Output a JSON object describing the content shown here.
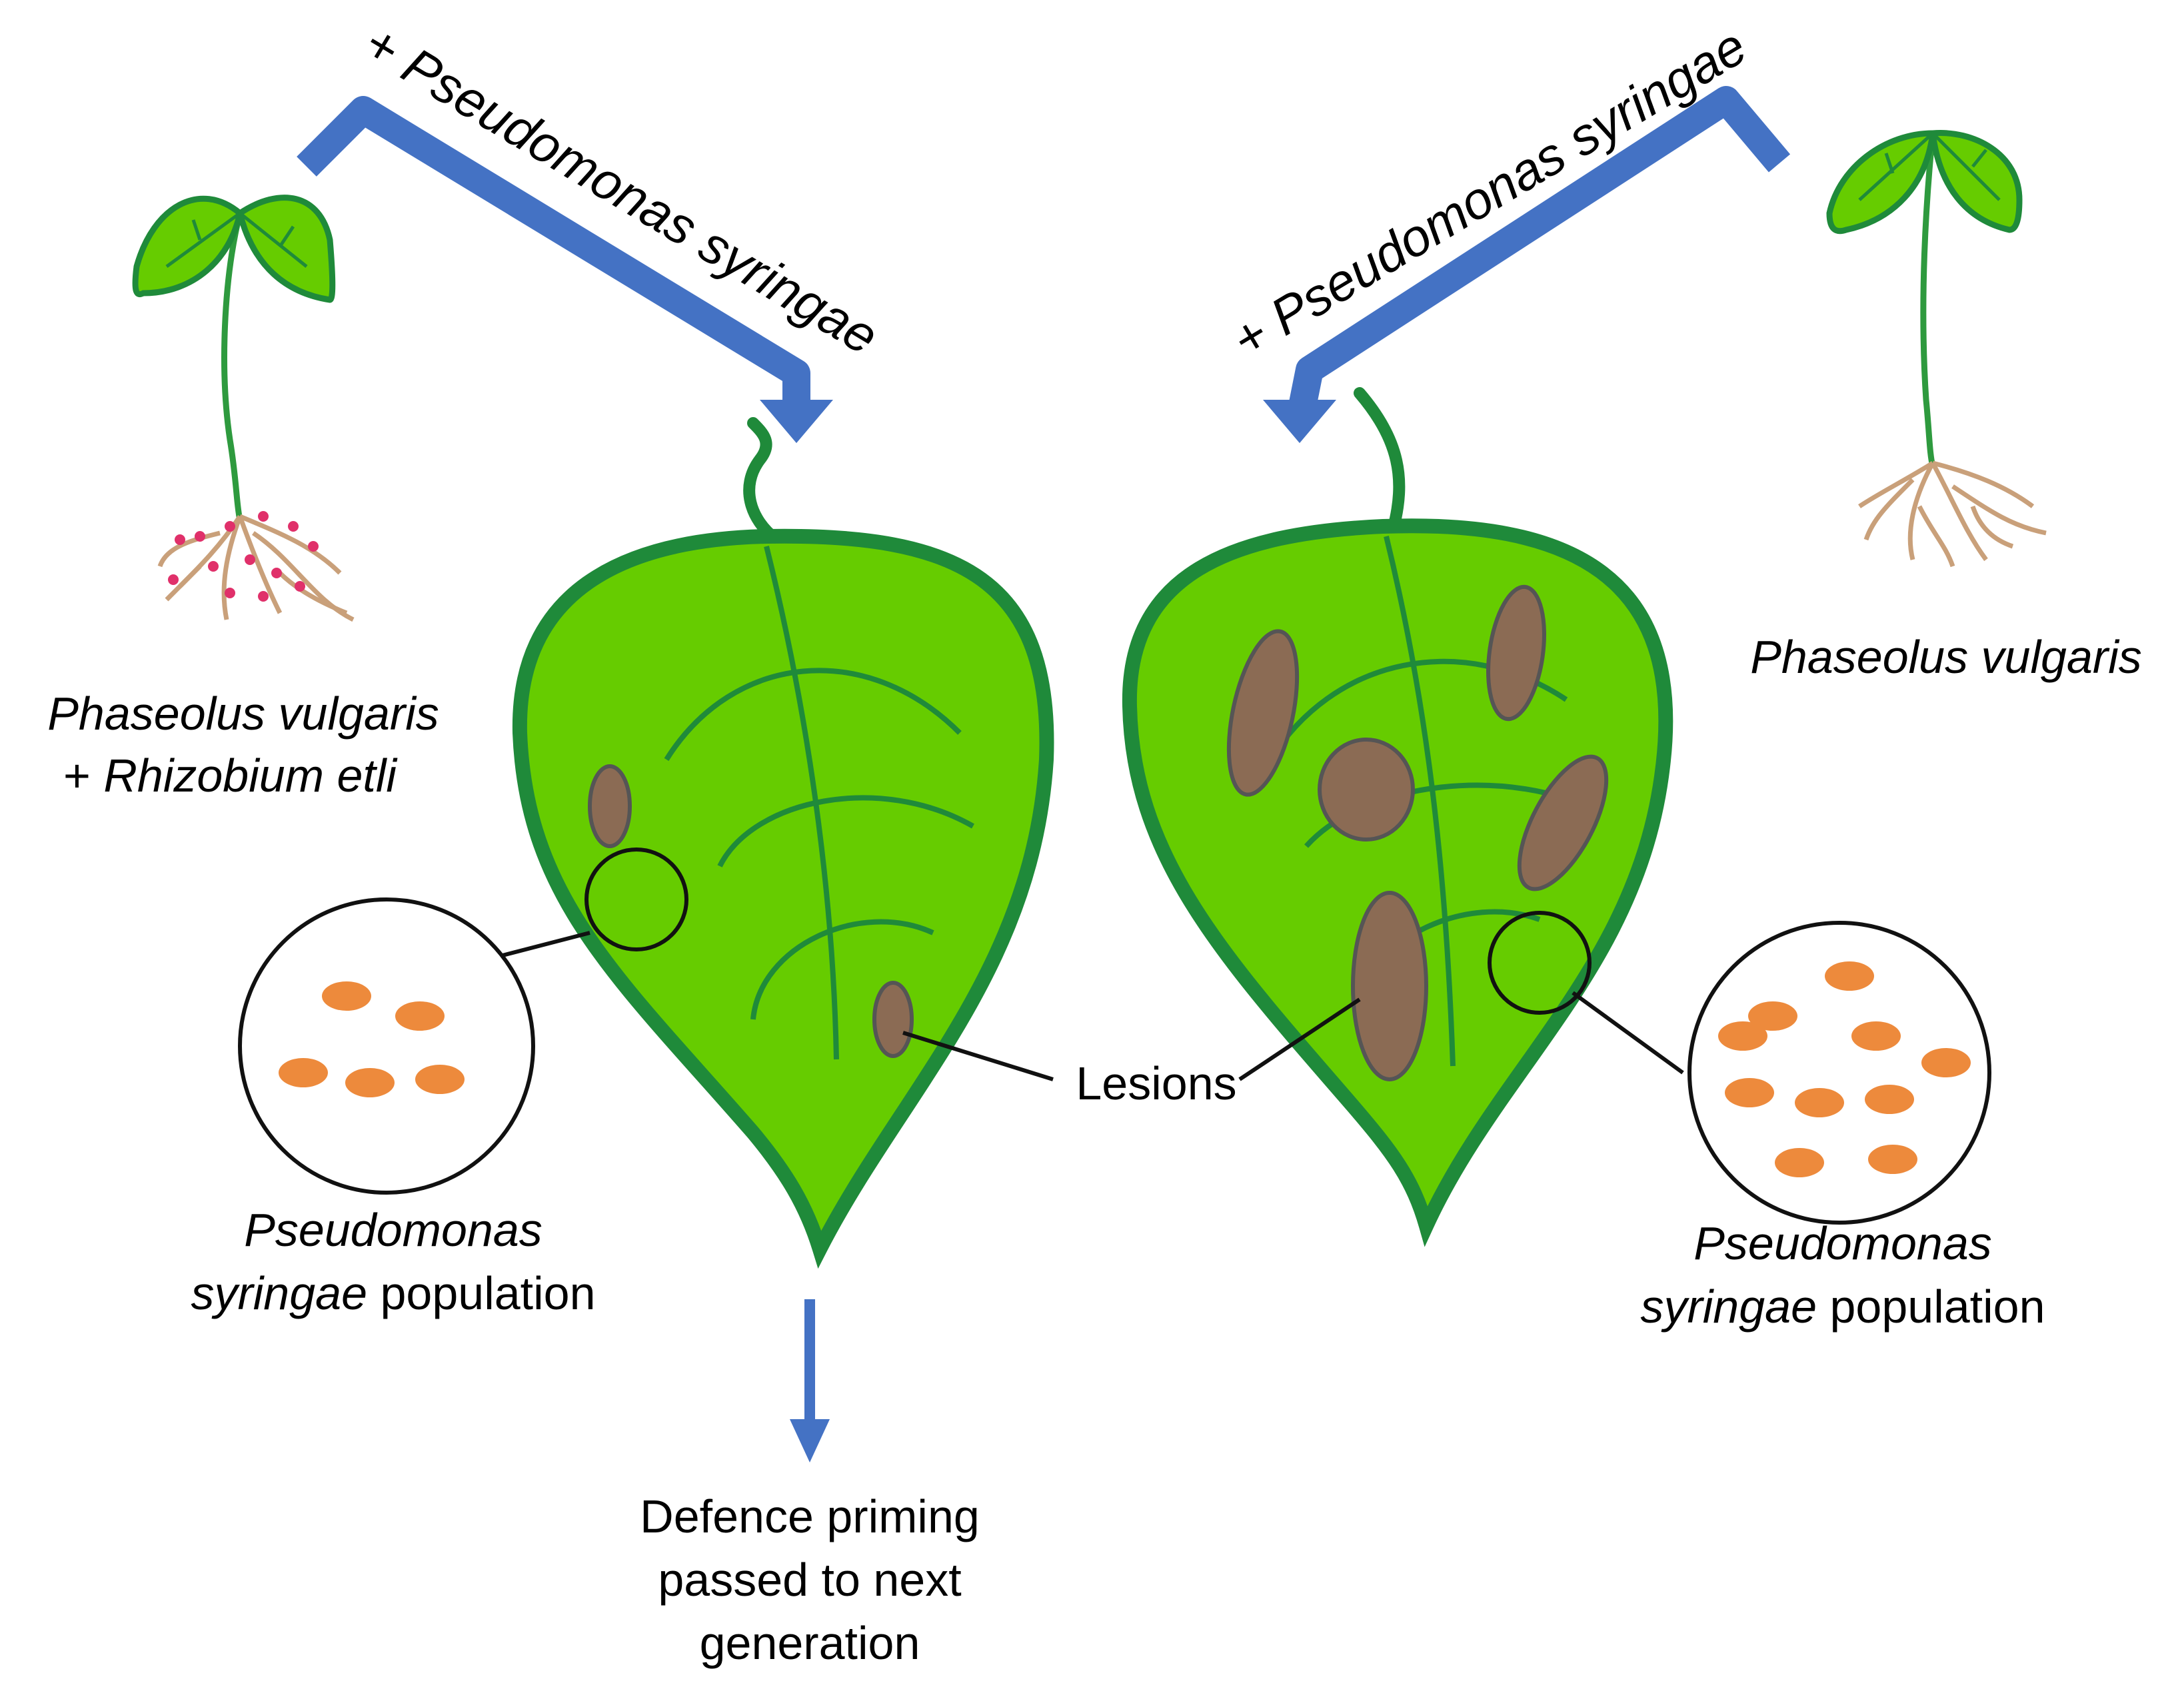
{
  "arrow_labels": {
    "left": "+ Pseudomonas syringae",
    "right": "+ Pseudomonas syringae"
  },
  "plants": {
    "left": {
      "line1": "Phaseolus vulgaris",
      "line2_prefix": "+ ",
      "line2_italic": "Rhizobium etli"
    },
    "right": {
      "line1": "Phaseolus vulgaris"
    }
  },
  "populations": {
    "left": {
      "line1": "Pseudomonas",
      "line2_italic": "syringae",
      "line2_rest": " population"
    },
    "right": {
      "line1": "Pseudomonas",
      "line2_italic": "syringae",
      "line2_rest": " population"
    }
  },
  "lesions_label": "Lesions",
  "outcome": {
    "line1": "Defence priming",
    "line2": "passed to next",
    "line3": "generation"
  },
  "colors": {
    "arrow": "#4472c4",
    "leaf_fill": "#66cc00",
    "leaf_outline": "#1f8a3a",
    "lesion": "#8b6b54",
    "bacteria": "#ed8a3c",
    "root": "#c9a07a",
    "nodule": "#e0306a"
  }
}
